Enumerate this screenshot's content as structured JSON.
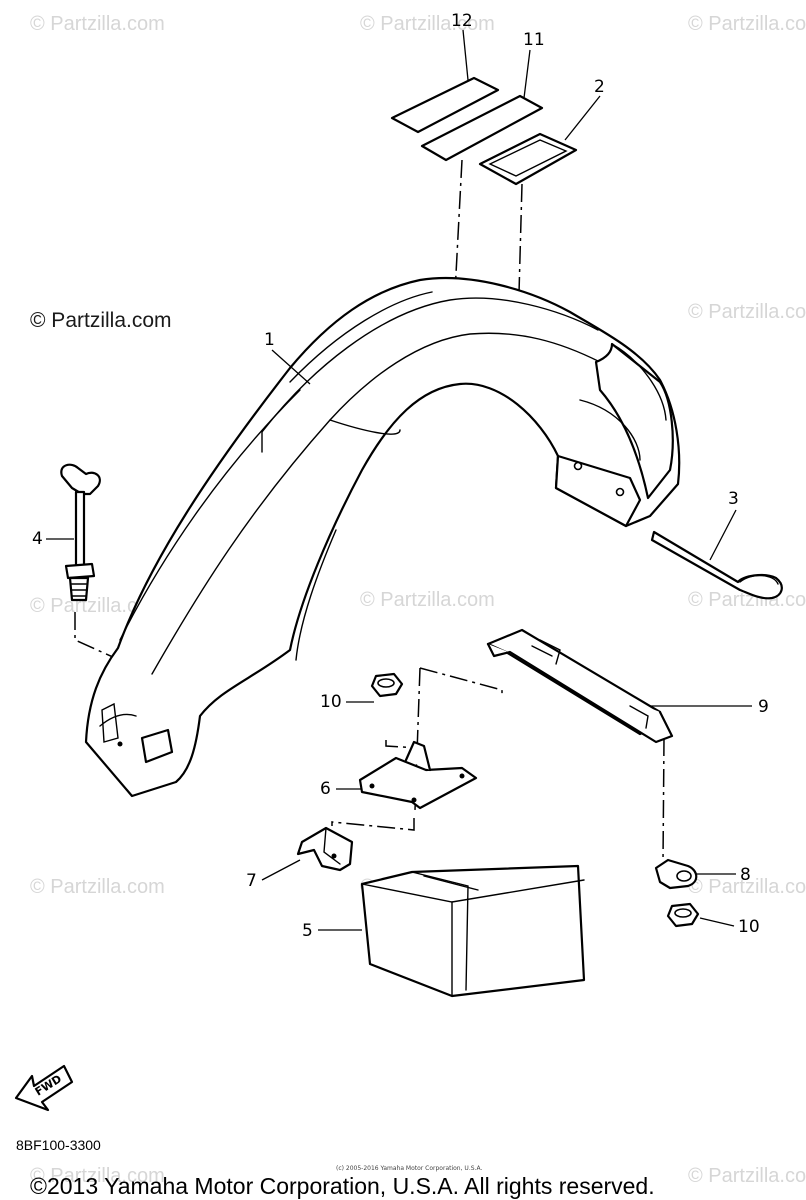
{
  "watermark": {
    "text": "© Partzilla.com",
    "main_text": "© Partzilla.com"
  },
  "callouts": {
    "c1": "1",
    "c2": "2",
    "c3": "3",
    "c4": "4",
    "c5": "5",
    "c6": "6",
    "c7": "7",
    "c8": "8",
    "c9": "9",
    "c10a": "10",
    "c10b": "10",
    "c11": "11",
    "c12": "12"
  },
  "direction_badge": "FWD",
  "diagram_code": "8BF100-3300",
  "small_notice": "(c) 2005-2016 Yamaha Motor Corporation, U.S.A.",
  "copyright": "©2013 Yamaha Motor Corporation, U.S.A. All rights reserved."
}
